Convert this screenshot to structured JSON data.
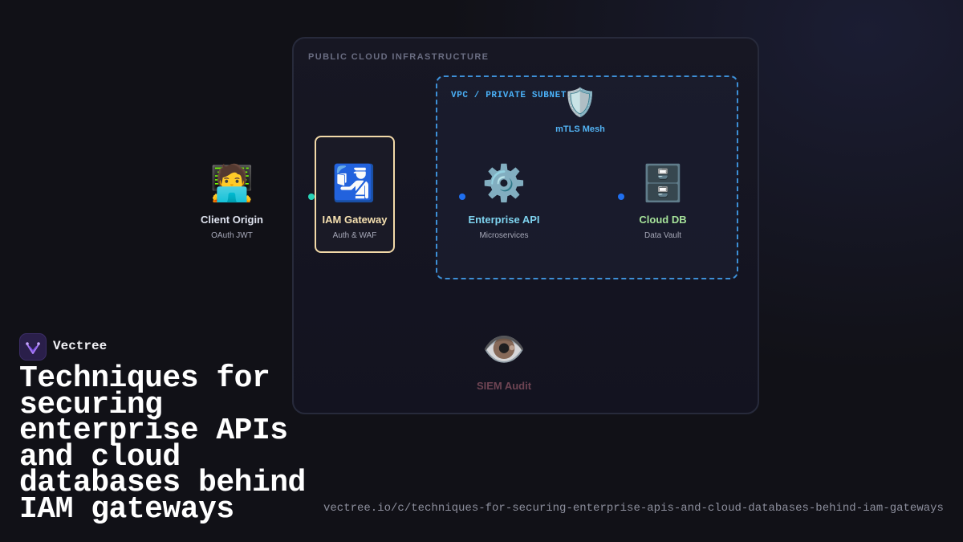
{
  "diagram": {
    "cloud": {
      "title": "PUBLIC CLOUD INFRASTRUCTURE"
    },
    "vpc": {
      "title": "VPC / PRIVATE SUBNET"
    },
    "nodes": {
      "client": {
        "icon": "🧑‍💻",
        "icon_name": "person-at-laptop-icon",
        "label": "Client Origin",
        "sub": "OAuth JWT",
        "label_color": "#dfe3ef"
      },
      "gateway": {
        "icon": "🛂",
        "icon_name": "passport-control-icon",
        "label": "IAM Gateway",
        "sub": "Auth & WAF",
        "label_color": "#f5e0b0"
      },
      "mtls": {
        "icon": "🛡️",
        "icon_name": "shield-icon",
        "label": "mTLS Mesh",
        "label_color": "#53b4f5"
      },
      "api": {
        "icon": "⚙️",
        "icon_name": "gear-icon",
        "label": "Enterprise API",
        "sub": "Microservices",
        "label_color": "#7ed3ef"
      },
      "db": {
        "icon": "🗄️",
        "icon_name": "file-cabinet-icon",
        "label": "Cloud DB",
        "sub": "Data Vault",
        "label_color": "#a6e39a"
      },
      "siem": {
        "icon": "👁️",
        "icon_name": "eye-icon",
        "label": "SIEM Audit",
        "label_color": "#6e4453"
      }
    },
    "colors": {
      "audit_line": "#d87a9c",
      "connector_teal": "#28d3b7",
      "connector_blue": "#1f6ff0"
    }
  },
  "brand": {
    "name": "Vectree"
  },
  "headline": "Techniques for securing enterprise APIs and cloud databases behind IAM gateways",
  "url": "vectree.io/c/techniques-for-securing-enterprise-apis-and-cloud-databases-behind-iam-gateways"
}
